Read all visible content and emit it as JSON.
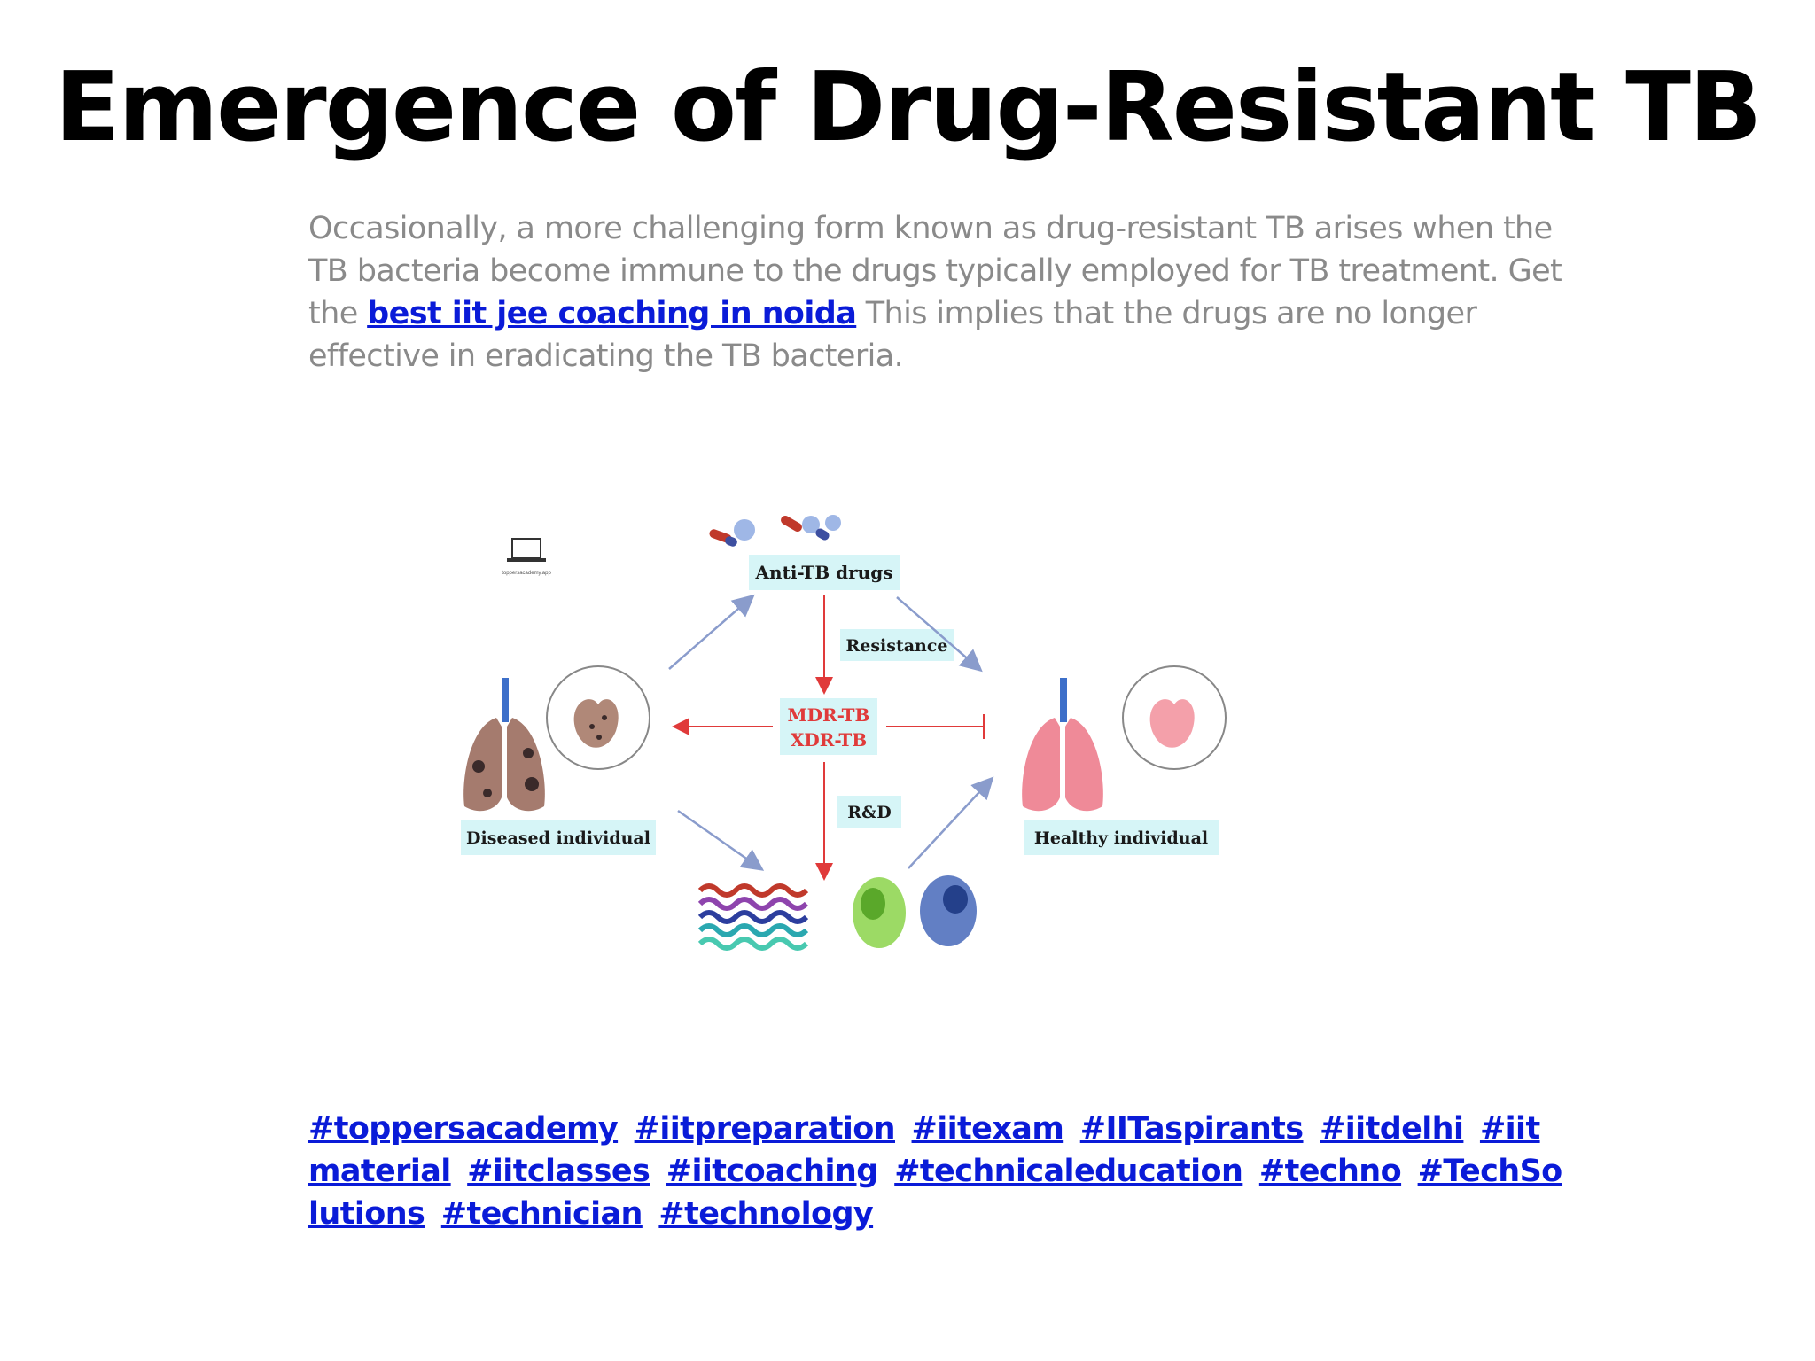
{
  "title": "Emergence of Drug-Resistant TB",
  "paragraph": {
    "before_link": "Occasionally, a more challenging form known as drug-resistant TB arises when the TB bacteria become immune to the drugs typically employed for TB treatment. Get the ",
    "link_text": "best iit jee coaching in noida",
    "after_link": " This implies that the drugs are no longer effective in eradicating the TB bacteria."
  },
  "diagram": {
    "watermark": "toppersacademy.app",
    "anti_tb_drugs": "Anti-TB drugs",
    "resistance": "Resistance",
    "mdr": "MDR-TB",
    "xdr": "XDR-TB",
    "rnd": "R&D",
    "diseased": "Diseased individual",
    "healthy": "Healthy individual"
  },
  "hashtags": [
    "#toppersacademy",
    "#iitpreparation",
    "#iitexam",
    "#IITaspirants",
    "#iitdelhi",
    "#iitmaterial",
    "#iitclasses",
    "#iitcoaching",
    "#technicaleducation",
    "#techno",
    "#TechSolutions",
    "#technician",
    "#technology"
  ],
  "colors": {
    "link": "#0a1bd8",
    "body_text": "#8a8a8a",
    "arrow_red": "#e03a3a",
    "arrow_blue": "#8a9ccc",
    "label_bg": "#d6f5f7"
  }
}
